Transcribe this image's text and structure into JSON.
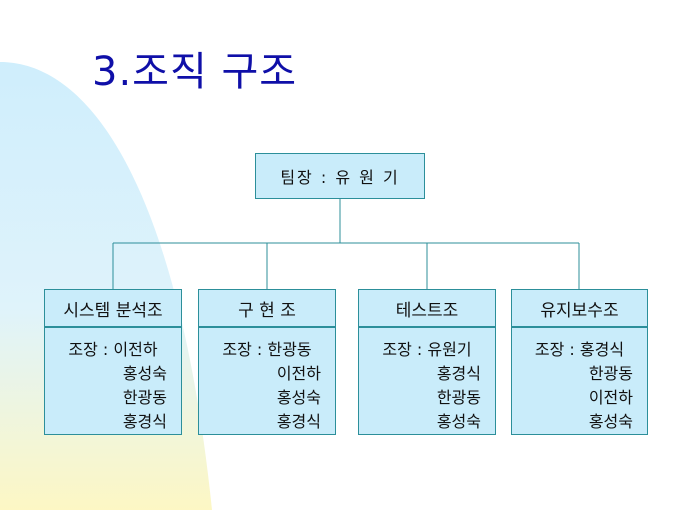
{
  "title": "3.조직 구조",
  "root": {
    "label": "팀장 : 유 원 기"
  },
  "teams": [
    {
      "name": "시스템 분석조",
      "lead": "조장 : 이전하",
      "members": [
        "홍성숙",
        "한광동",
        "홍경식"
      ]
    },
    {
      "name": "구 현 조",
      "lead": "조장 : 한광동",
      "members": [
        "이전하",
        "홍성숙",
        "홍경식"
      ]
    },
    {
      "name": "테스트조",
      "lead": "조장 : 유원기",
      "members": [
        "홍경식",
        "한광동",
        "홍성숙"
      ]
    },
    {
      "name": "유지보수조",
      "lead": "조장 : 홍경식",
      "members": [
        "한광동",
        "이전하",
        "홍성숙"
      ]
    }
  ],
  "colors": {
    "title": "#0f0fa8",
    "box_fill": "#c9ecfa",
    "box_border": "#2c8f9a",
    "bg_arc_blue": "#cfeefc",
    "bg_arc_yellow": "#fdf7c4"
  }
}
